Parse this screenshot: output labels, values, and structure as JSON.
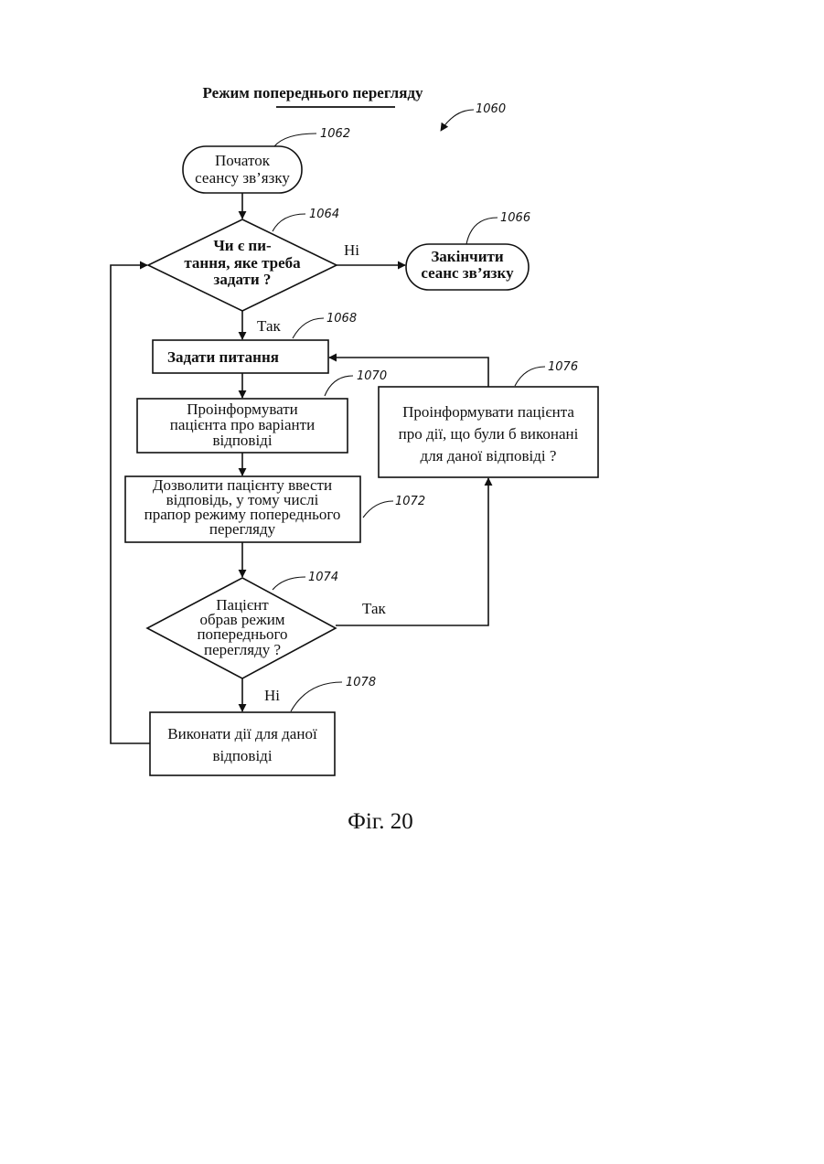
{
  "title": "Режим попереднього перегляду",
  "figure_ref": "1060",
  "caption": "Фіг. 20",
  "nodes": {
    "start": {
      "ref": "1062",
      "lines": [
        "Початок",
        "сеансу зв’язку"
      ]
    },
    "question_decision": {
      "ref": "1064",
      "lines": [
        "Чи є пи-",
        "тання, яке треба",
        "задати ?"
      ]
    },
    "end_session": {
      "ref": "1066",
      "lines": [
        "Закінчити",
        "сеанс зв’язку"
      ]
    },
    "ask_question": {
      "ref": "1068",
      "lines": [
        "Задати питання"
      ]
    },
    "inform_options": {
      "ref": "1070",
      "lines": [
        "Проінформувати",
        "пацієнта про варіанти",
        "відповіді"
      ]
    },
    "allow_answer": {
      "ref": "1072",
      "lines": [
        "Дозволити пацієнту ввести",
        "відповідь, у тому числі",
        "прапор режиму попереднього",
        "перегляду"
      ]
    },
    "preview_decision": {
      "ref": "1074",
      "lines": [
        "Пацієнт",
        "обрав режим",
        "попереднього",
        "перегляду ?"
      ]
    },
    "inform_actions": {
      "ref": "1076",
      "lines": [
        "Проінформувати пацієнта",
        "про дії, що були б виконані",
        "для даної відповіді ?"
      ]
    },
    "perform_actions": {
      "ref": "1078",
      "lines": [
        "Виконати дії для даної",
        "відповіді"
      ]
    }
  },
  "edge_labels": {
    "q_no": "Ні",
    "q_yes": "Так",
    "p_yes": "Так",
    "p_no": "Ні"
  }
}
